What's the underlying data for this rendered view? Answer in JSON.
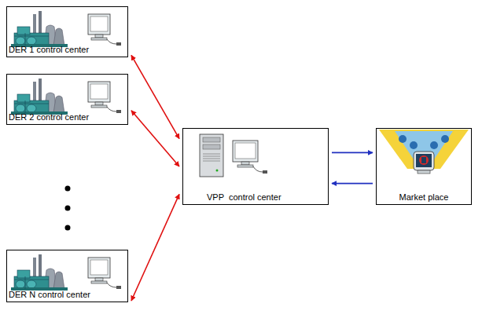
{
  "diagram": {
    "nodes": [
      {
        "text": [
          "DER 1 control center"
        ]
      },
      {
        "text": [
          "DER 2 control center"
        ]
      },
      {
        "text": [
          "DER N control center"
        ]
      },
      {
        "text": [
          "VPP  control center"
        ]
      },
      {
        "text": [
          "Market place"
        ]
      }
    ],
    "edges": [
      {
        "from": 0,
        "to": 3,
        "arrow": "both"
      },
      {
        "from": 1,
        "to": 3,
        "arrow": "both"
      },
      {
        "from": 2,
        "to": 3,
        "arrow": "both"
      },
      {
        "from": 3,
        "to": 4,
        "arrow": "to"
      },
      {
        "from": 4,
        "to": 3,
        "arrow": "to"
      }
    ]
  }
}
